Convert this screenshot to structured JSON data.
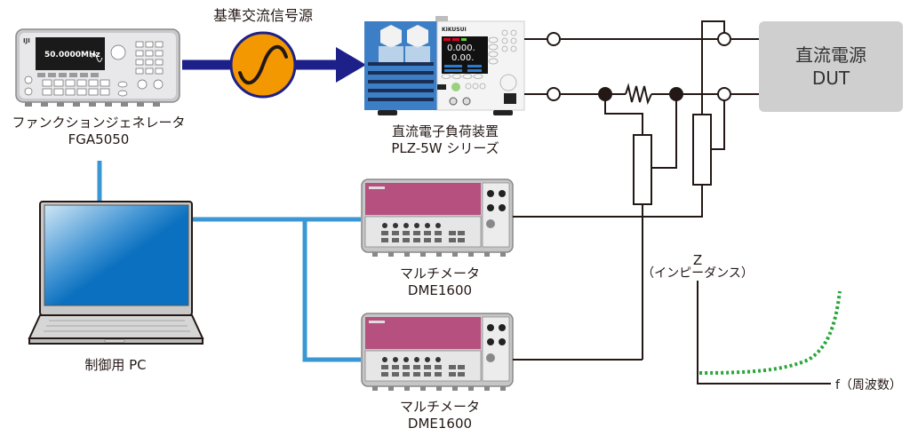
{
  "title": "基準交流信号源",
  "devices": {
    "function_generator": {
      "name": "ファンクションジェネレータ",
      "model": "FGA5050",
      "display_value": "50.0000MHz"
    },
    "electronic_load": {
      "name": "直流電子負荷装置",
      "model": "PLZ-5W シリーズ",
      "display_line1": "0.000.",
      "display_line2": "0.00."
    },
    "multimeter_1": {
      "name": "マルチメータ",
      "model": "DME1600"
    },
    "multimeter_2": {
      "name": "マルチメータ",
      "model": "DME1600"
    },
    "pc": {
      "name": "制御用 PC"
    },
    "dut": {
      "name": "直流電源",
      "model": "DUT"
    }
  },
  "graph": {
    "y_label": "Z",
    "y_sublabel": "（インピーダンス）",
    "x_label": "f（周波数）"
  },
  "colors": {
    "signal_line": "#1d2088",
    "signal_source": "#f39800",
    "control_line": "#3b97d3",
    "wire": "#231815",
    "curve": "#2aa63a",
    "dut_box": "#cfcfcf",
    "meter_panel": "#b5507f"
  }
}
